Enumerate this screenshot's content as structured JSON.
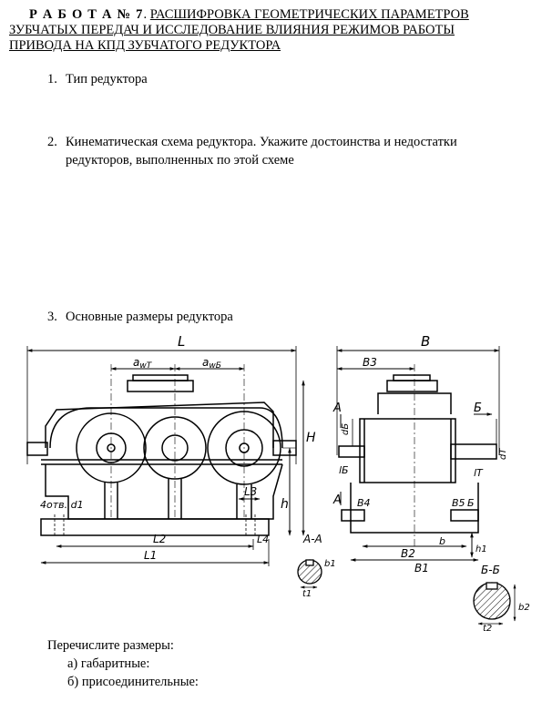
{
  "header": {
    "work_label": "Р а б о т а № 7",
    "title_line1": "РАСШИФРОВКА ГЕОМЕТРИЧЕСКИХ ПАРАМЕТРОВ",
    "title_line2": "ЗУБЧАТЫХ ПЕРЕДАЧ И ИССЛЕДОВАНИЕ ВЛИЯНИЯ РЕЖИМОВ РАБОТЫ",
    "title_line3": "ПРИВОДА НА КПД ЗУБЧАТОГО РЕДУКТОРА"
  },
  "questions": [
    {
      "num": "1.",
      "text": "Тип редуктора"
    },
    {
      "num": "2.",
      "text": "Кинематическая схема редуктора. Укажите достоинства и недостатки",
      "cont": "редукторов, выполненных по этой схеме"
    },
    {
      "num": "3.",
      "text": "Основные размеры редуктора"
    }
  ],
  "drawing_labels": {
    "L": "L",
    "H": "H",
    "h": "h",
    "awT": "a",
    "awT_sub": "wT",
    "awB": "a",
    "awB_sub": "wБ",
    "L1": "L1",
    "L2": "L2",
    "L3": "L3",
    "L4": "L4",
    "holes": "4отв. d1",
    "B": "B",
    "B1": "B1",
    "B2": "B2",
    "B3": "B3",
    "B4": "B4",
    "B5": "B5",
    "h1": "h1",
    "dB": "dБ",
    "dT": "dT",
    "lB": "lБ",
    "lT": "lT",
    "A": "A",
    "Bsec": "Б",
    "AA": "А-А",
    "BB": "Б-Б",
    "b1": "b1",
    "t1": "t1",
    "b2": "b2",
    "t2": "t2",
    "b": "b",
    "bmark": "Б"
  },
  "list": {
    "heading": "Перечислите размеры:",
    "a": "а) габаритные:",
    "b": "б) присоединительные:"
  }
}
